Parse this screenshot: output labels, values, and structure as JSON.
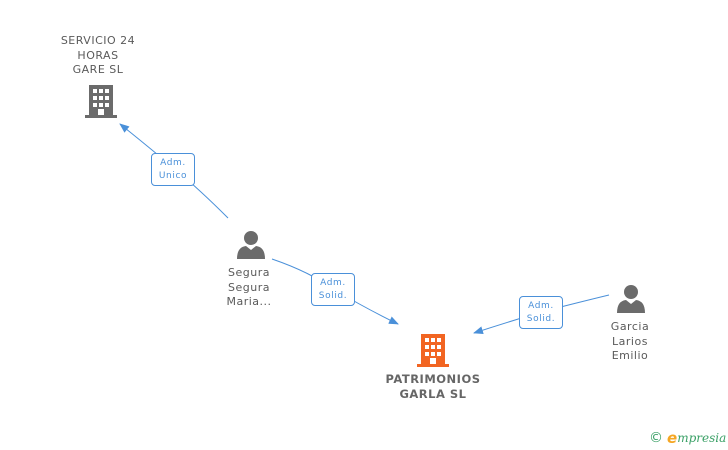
{
  "nodes": {
    "servicio": {
      "lines": [
        "SERVICIO 24",
        "HORAS",
        "GARE SL"
      ],
      "icon": "building-icon",
      "color": "#6b6b6b"
    },
    "patrimonios": {
      "lines": [
        "PATRIMONIOS",
        "GARLA SL"
      ],
      "icon": "building-icon",
      "color": "#f26522"
    },
    "segura": {
      "lines": [
        "Segura",
        "Segura",
        "Maria..."
      ],
      "icon": "person-icon",
      "color": "#6b6b6b"
    },
    "garcia": {
      "lines": [
        "Garcia",
        "Larios",
        "Emilio"
      ],
      "icon": "person-icon",
      "color": "#6b6b6b"
    }
  },
  "edges": {
    "segura_to_servicio": {
      "lines": [
        "Adm.",
        "Unico"
      ]
    },
    "segura_to_patrimonios": {
      "lines": [
        "Adm.",
        "Solid."
      ]
    },
    "garcia_to_patrimonios": {
      "lines": [
        "Adm.",
        "Solid."
      ]
    }
  },
  "colors": {
    "edge": "#4a90d9"
  },
  "footer": {
    "copyright_symbol": "©",
    "brand_initial": "e",
    "brand_rest": "mpresia"
  }
}
